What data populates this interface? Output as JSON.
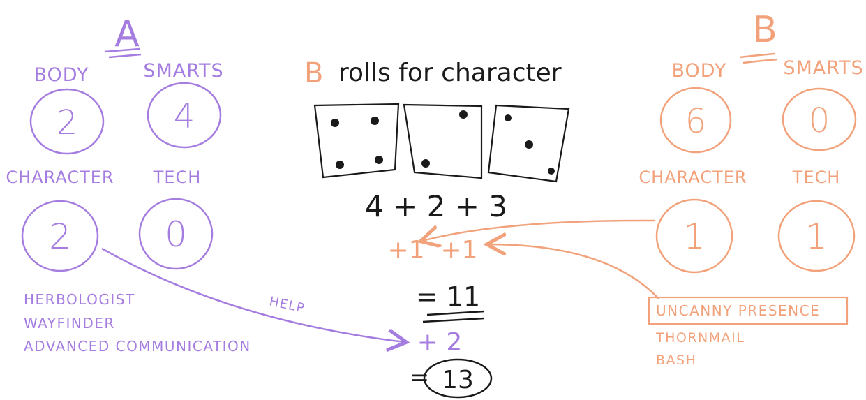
{
  "colors": {
    "player_a": "#a57de0",
    "player_b": "#f2a27b",
    "ink": "#1a1a1a",
    "background": "#ffffff"
  },
  "player_a": {
    "label": "A",
    "stats": [
      {
        "name": "BODY",
        "value": "2"
      },
      {
        "name": "SMARTS",
        "value": "4"
      },
      {
        "name": "CHARACTER",
        "value": "2"
      },
      {
        "name": "TECH",
        "value": "0"
      }
    ],
    "skills": [
      "HERBOLOGIST",
      "WAYFINDER",
      "ADVANCED COMMUNICATION"
    ],
    "help_label": "HELP"
  },
  "player_b": {
    "label": "B",
    "stats": [
      {
        "name": "BODY",
        "value": "6"
      },
      {
        "name": "SMARTS",
        "value": "0"
      },
      {
        "name": "CHARACTER",
        "value": "1"
      },
      {
        "name": "TECH",
        "value": "1"
      }
    ],
    "skills": [
      "UNCANNY PRESENCE",
      "THORNMAIL",
      "BASH"
    ]
  },
  "roll": {
    "title_prefix": "B",
    "title_text": "rolls for character",
    "dice": [
      4,
      2,
      3
    ],
    "sum_expression": "4 + 2 + 3",
    "bonuses": "+1  +1",
    "subtotal": "= 11",
    "help_bonus": "+ 2",
    "total_equals": "=",
    "total": "13"
  }
}
